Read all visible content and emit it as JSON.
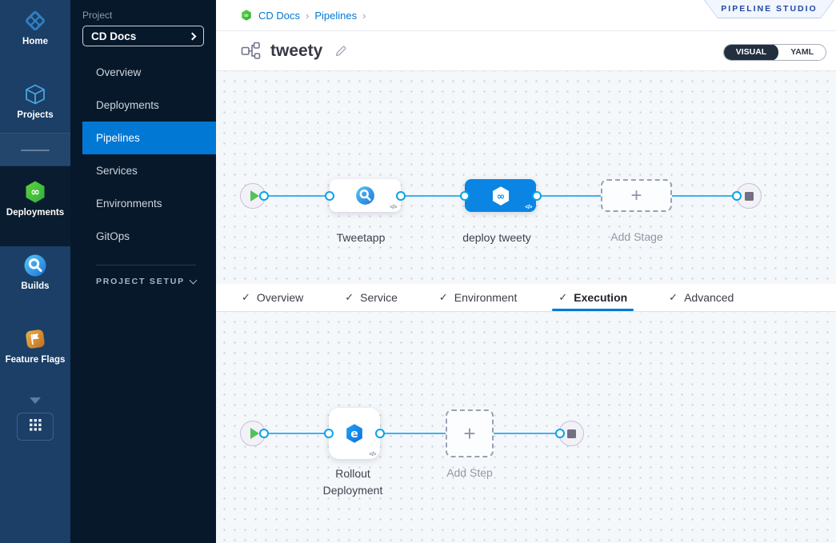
{
  "rail": {
    "items": [
      {
        "id": "home",
        "label": "Home"
      },
      {
        "id": "projects",
        "label": "Projects"
      },
      {
        "id": "deployments",
        "label": "Deployments",
        "selected": true
      },
      {
        "id": "builds",
        "label": "Builds"
      },
      {
        "id": "feature-flags",
        "label": "Feature Flags"
      }
    ]
  },
  "sidebar": {
    "project_label": "Project",
    "project_name": "CD Docs",
    "nav_items": [
      {
        "label": "Overview"
      },
      {
        "label": "Deployments"
      },
      {
        "label": "Pipelines",
        "selected": true
      },
      {
        "label": "Services"
      },
      {
        "label": "Environments"
      },
      {
        "label": "GitOps"
      }
    ],
    "project_setup_label": "PROJECT SETUP"
  },
  "header": {
    "breadcrumb": {
      "crumbs": [
        "CD Docs",
        "Pipelines"
      ],
      "separator": "›"
    },
    "studio_badge": "PIPELINE STUDIO",
    "title": "tweety",
    "toggle": {
      "options": [
        "VISUAL",
        "YAML"
      ],
      "selected": "VISUAL"
    }
  },
  "tabs": {
    "check_glyph": "✓",
    "items": [
      {
        "label": "Overview",
        "done": true
      },
      {
        "label": "Service",
        "done": true
      },
      {
        "label": "Environment",
        "done": true
      },
      {
        "label": "Execution",
        "done": true
      },
      {
        "label": "Advanced",
        "done": true
      }
    ],
    "active": "Execution"
  },
  "stage_canvas": {
    "stages": [
      {
        "label": "Tweetapp",
        "type": "ci-stage",
        "selected": false
      },
      {
        "label": "deploy tweety",
        "type": "cd-stage",
        "selected": true
      }
    ],
    "add_label": "Add Stage",
    "code_badge": "</>"
  },
  "step_canvas": {
    "steps": [
      {
        "label": "Rollout Deployment",
        "type": "rollout-step"
      }
    ],
    "add_label": "Add Step",
    "code_badge": "</>"
  },
  "colors": {
    "accent_blue": "#0278d5",
    "selected_stage_blue": "#0a85e4",
    "connector_blue": "#3db2f2",
    "rail_bg": "#1b3f66",
    "rail_selected_bg": "#0a1c30",
    "sidebar_bg": "#07182b",
    "canvas_bg": "#f5f8fa",
    "cd_green": "#3fc73c",
    "flags_orange": "#d98e2f",
    "play_green": "#55c15c",
    "stop_grey": "#726f82"
  }
}
